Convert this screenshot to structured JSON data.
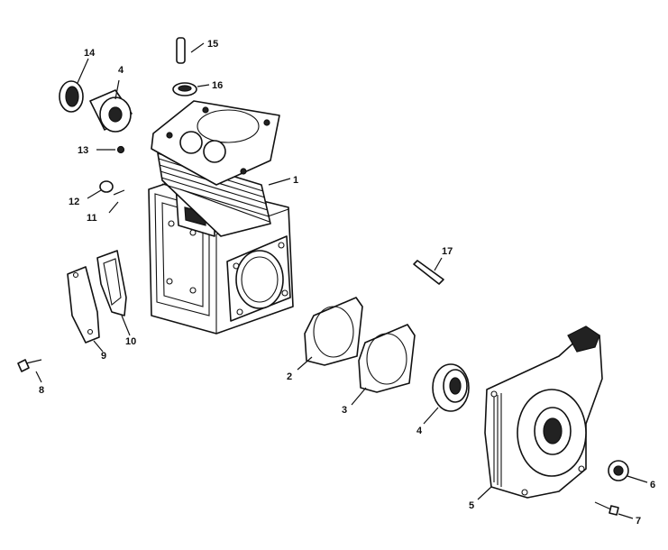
{
  "callouts": [
    {
      "id": "c1",
      "text": "1"
    },
    {
      "id": "c2",
      "text": "2"
    },
    {
      "id": "c3",
      "text": "3"
    },
    {
      "id": "c4a",
      "text": "4"
    },
    {
      "id": "c4b",
      "text": "4"
    },
    {
      "id": "c5",
      "text": "5"
    },
    {
      "id": "c6",
      "text": "6"
    },
    {
      "id": "c7",
      "text": "7"
    },
    {
      "id": "c8",
      "text": "8"
    },
    {
      "id": "c9",
      "text": "9"
    },
    {
      "id": "c10",
      "text": "10"
    },
    {
      "id": "c11",
      "text": "11"
    },
    {
      "id": "c12",
      "text": "12"
    },
    {
      "id": "c13",
      "text": "13"
    },
    {
      "id": "c14",
      "text": "14"
    },
    {
      "id": "c15",
      "text": "15"
    },
    {
      "id": "c16",
      "text": "16"
    },
    {
      "id": "c17",
      "text": "17"
    }
  ]
}
